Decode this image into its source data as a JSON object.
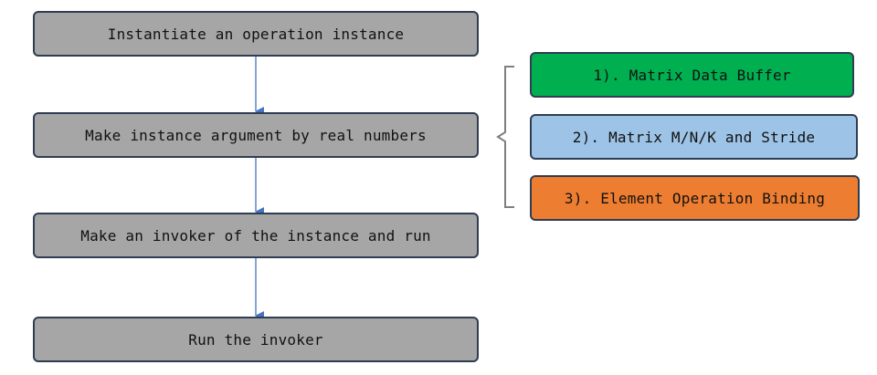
{
  "diagram": {
    "steps": [
      {
        "label": "Instantiate an operation instance"
      },
      {
        "label": "Make instance argument by real numbers"
      },
      {
        "label": "Make an invoker of the instance and run"
      },
      {
        "label": "Run the invoker"
      }
    ],
    "arguments": [
      {
        "label": "1). Matrix Data Buffer",
        "color": "#00b050"
      },
      {
        "label": "2). Matrix M/N/K and Stride",
        "color": "#9dc3e6"
      },
      {
        "label": "3). Element Operation Binding",
        "color": "#ed7d31"
      }
    ],
    "colors": {
      "step_fill": "#a6a6a6",
      "border": "#2f3d52",
      "arrow": "#4472c4",
      "bracket": "#7f7f7f"
    }
  }
}
